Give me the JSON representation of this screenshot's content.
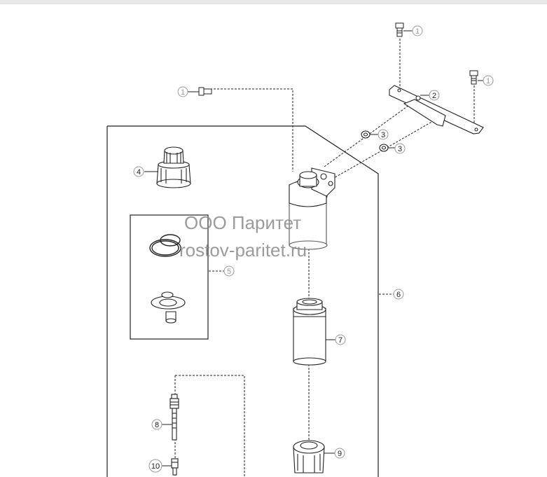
{
  "watermark": {
    "line1": "ООО Паритет",
    "line2": "rostov-paritet.ru"
  },
  "callouts": [
    {
      "id": "c1a",
      "label": "1"
    },
    {
      "id": "c1b",
      "label": "1"
    },
    {
      "id": "c1c",
      "label": "1"
    },
    {
      "id": "c2",
      "label": "2"
    },
    {
      "id": "c3a",
      "label": "3"
    },
    {
      "id": "c3b",
      "label": "3"
    },
    {
      "id": "c4",
      "label": "4"
    },
    {
      "id": "c5",
      "label": "5"
    },
    {
      "id": "c6",
      "label": "6"
    },
    {
      "id": "c7",
      "label": "7"
    },
    {
      "id": "c8",
      "label": "8"
    },
    {
      "id": "c9",
      "label": "9"
    },
    {
      "id": "c10",
      "label": "10"
    }
  ],
  "colors": {
    "line": "#222222",
    "callout_light": "#9a9a9a",
    "watermark": "#8a8a8a"
  }
}
